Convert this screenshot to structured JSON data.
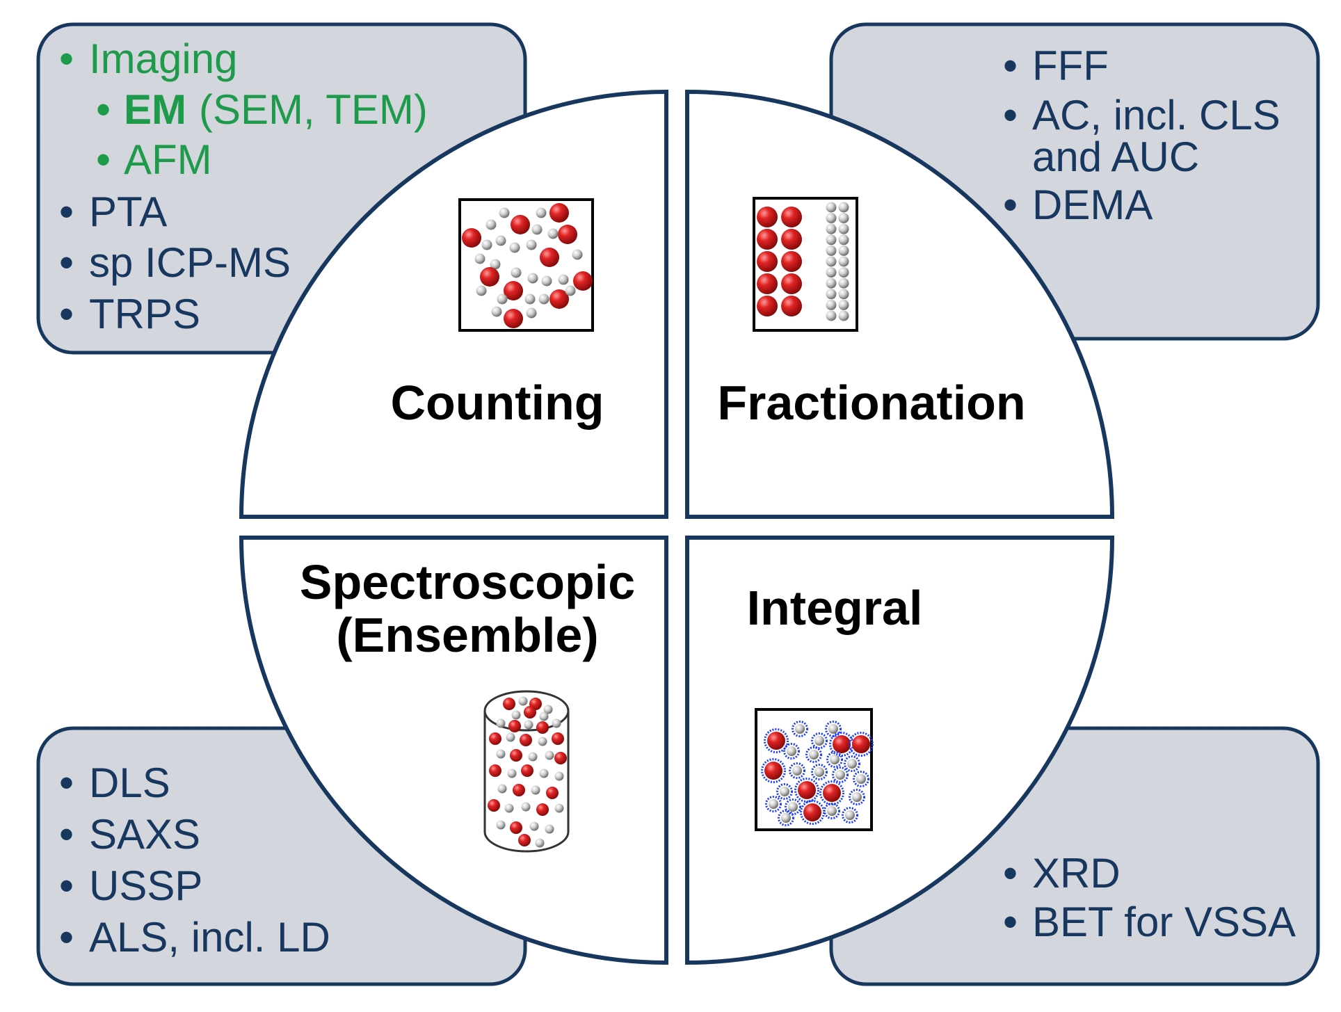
{
  "colors": {
    "box_fill": "#d3d6dc",
    "box_border": "#17375e",
    "text_navy": "#17375e",
    "text_green": "#1e9a4b",
    "particle_red": "#d01818",
    "particle_grey": "#d4d4d4",
    "particle_coat_blue": "#1a3cff"
  },
  "counting": {
    "title": "Counting",
    "methods": {
      "imaging": "Imaging",
      "em_bold": "EM",
      "em_rest": "(SEM, TEM)",
      "afm": "AFM",
      "pta": "PTA",
      "sp_icp_ms": "sp ICP-MS",
      "trps": "TRPS"
    }
  },
  "fractionation": {
    "title": "Fractionation",
    "methods": {
      "fff": "FFF",
      "ac_line1": "AC, incl. CLS",
      "ac_line2": "and AUC",
      "dema": "DEMA"
    }
  },
  "spectroscopic": {
    "title_line1": "Spectroscopic",
    "title_line2": "(Ensemble)",
    "methods": [
      "DLS",
      "SAXS",
      "USSP",
      "ALS, incl. LD"
    ]
  },
  "integral": {
    "title": "Integral",
    "methods": [
      "XRD",
      "BET for VSSA"
    ]
  },
  "bullet": "•"
}
